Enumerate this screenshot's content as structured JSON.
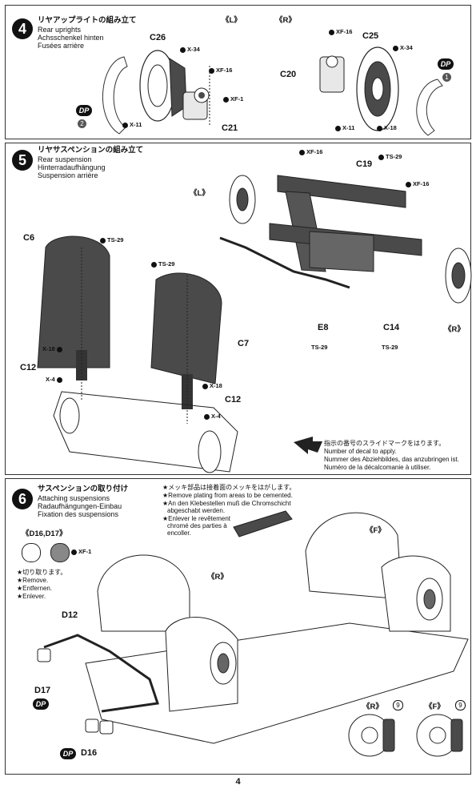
{
  "page_number": "4",
  "step4": {
    "number": "4",
    "title_jp": "リヤアップライトの組み立て",
    "title_en": "Rear uprights",
    "title_de": "Achsschenkel hinten",
    "title_fr": "Fusées arrière",
    "left_tag": "《L》",
    "right_tag": "《R》",
    "parts": {
      "c26": "C26",
      "c25": "C25",
      "c20": "C20",
      "c21": "C21",
      "x34a": "X-34",
      "xf16a": "XF-16",
      "xf1": "XF-1",
      "x11a": "X-11",
      "xf16b": "XF-16",
      "x34b": "X-34",
      "x11b": "X-11",
      "x18": "X-18"
    },
    "dp_label": "DP",
    "dp_left_num": "2",
    "dp_right_num": "1"
  },
  "step5": {
    "number": "5",
    "title_jp": "リヤサスペンションの組み立て",
    "title_en": "Rear suspension",
    "title_de": "Hinterradaufhängung",
    "title_fr": "Suspension arrière",
    "left_tag": "《L》",
    "right_tag": "《R》",
    "parts": {
      "xf16a": "XF-16",
      "c19": "C19",
      "ts29a": "TS-29",
      "xf16b": "XF-16",
      "c6": "C6",
      "ts29b": "TS-29",
      "ts29c": "TS-29",
      "c7": "C7",
      "x18a": "X-18",
      "c12a": "C12",
      "x4a": "X-4",
      "x18b": "X-18",
      "c12b": "C12",
      "x4b": "X-4",
      "e8": "E8",
      "ts29d": "TS-29",
      "c14": "C14",
      "ts29e": "TS-29"
    },
    "decal_jp": "指示の番号のスライドマークをはります。",
    "decal_en": "Number of decal to apply.",
    "decal_de": "Nummer des Abziehbildes, das anzubringen ist.",
    "decal_fr": "Numéro de la décalcomanie à utiliser."
  },
  "step6": {
    "number": "6",
    "title_jp": "サスペンションの取り付け",
    "title_en": "Attaching suspensions",
    "title_de": "Radaufhängungen-Einbau",
    "title_fr": "Fixation des suspensions",
    "note_jp": "★メッキ部品は接着面のメッキをはがします。",
    "note_en1": "★Remove plating from areas to be cemented.",
    "note_de1": "★An den Klebestellen muß die Chromschicht",
    "note_de2": "abgeschabt werden.",
    "note_fr1": "★Enlever le revêtement",
    "note_fr2": "chromé des parties à",
    "note_fr3": "encoller.",
    "d1617": "《D16,D17》",
    "xf1": "XF-1",
    "cut_jp": "★切り取ります。",
    "cut_en": "★Remove.",
    "cut_de": "★Entfernen.",
    "cut_fr": "★Enlever.",
    "r_tag": "《R》",
    "f_tag": "《F》",
    "d12": "D12",
    "d17": "D17",
    "d16": "D16",
    "dp_label": "DP",
    "r_tag2": "《R》",
    "f_tag2": "《F》",
    "decal_num": "9"
  },
  "colors": {
    "part_gray": "#4a4a4a",
    "outline": "#222222"
  }
}
